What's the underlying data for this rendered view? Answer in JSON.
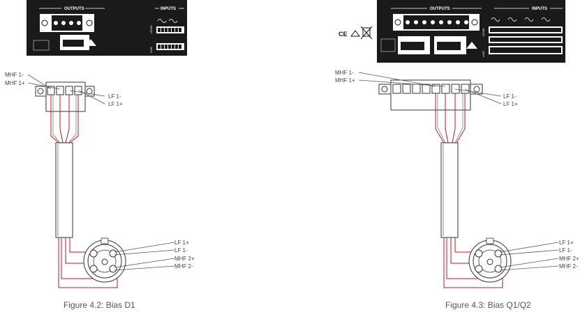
{
  "left": {
    "panel": {
      "outputs_title": "OUTPUTS",
      "inputs_title": "INPUTS",
      "level_label": "LEVEL",
      "line_label": "LINE"
    },
    "labels": {
      "mhf1_minus": "MHF 1-",
      "mhf1_plus": "MHF 1+",
      "lf1_minus": "LF 1-",
      "lf1_plus": "LF 1+",
      "s_lf1_plus": "LF 1+",
      "s_lf1_minus": "LF 1-",
      "s_mhf2_plus": "MHF 2+",
      "s_mhf2_minus": "MHF 2-"
    },
    "caption": "Figure 4.2: Bias D1"
  },
  "right": {
    "panel": {
      "outputs_title": "OUTPUTS",
      "inputs_title": "INPUTS",
      "level_label": "LEVEL",
      "line_label": "LINE",
      "ce_mark": "CE"
    },
    "labels": {
      "mhf1_minus": "MHF 1-",
      "mhf1_plus": "MHF 1+",
      "lf1_minus": "LF 1-",
      "lf1_plus": "LF 1+",
      "s_lf1_plus": "LF 1+",
      "s_lf1_minus": "LF 1-",
      "s_mhf2_plus": "MHF 2+",
      "s_mhf2_minus": "MHF 2-"
    },
    "caption": "Figure 4.3: Bias Q1/Q2"
  },
  "colors": {
    "wire": "#c8141e",
    "line": "#333333",
    "panel": "#1a1a1a"
  }
}
